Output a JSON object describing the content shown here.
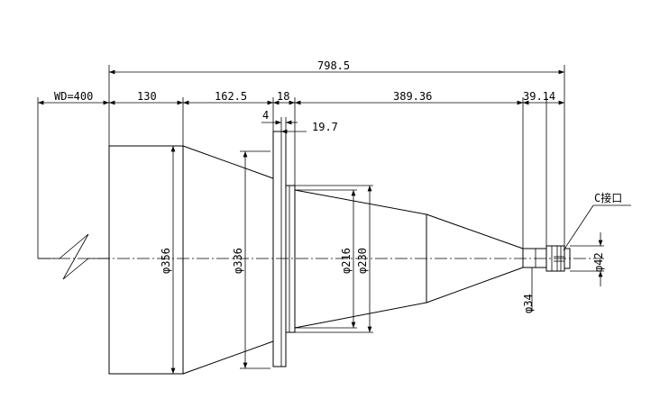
{
  "dimensions": {
    "total_length": "798.5",
    "working_distance": "WD=400",
    "seg_front": "130",
    "seg_taper": "162.5",
    "seg_flange": "18",
    "seg_mid": "389.36",
    "seg_rear": "39.14",
    "flange_small": "4",
    "flange_gap": "19.7",
    "dia_front": "φ356",
    "dia_taper_end": "φ336",
    "dia_mid_inner": "φ216",
    "dia_mid_outer": "φ230",
    "dia_neck": "φ34",
    "dia_mount": "φ42"
  },
  "labels": {
    "mount": "C接口"
  }
}
